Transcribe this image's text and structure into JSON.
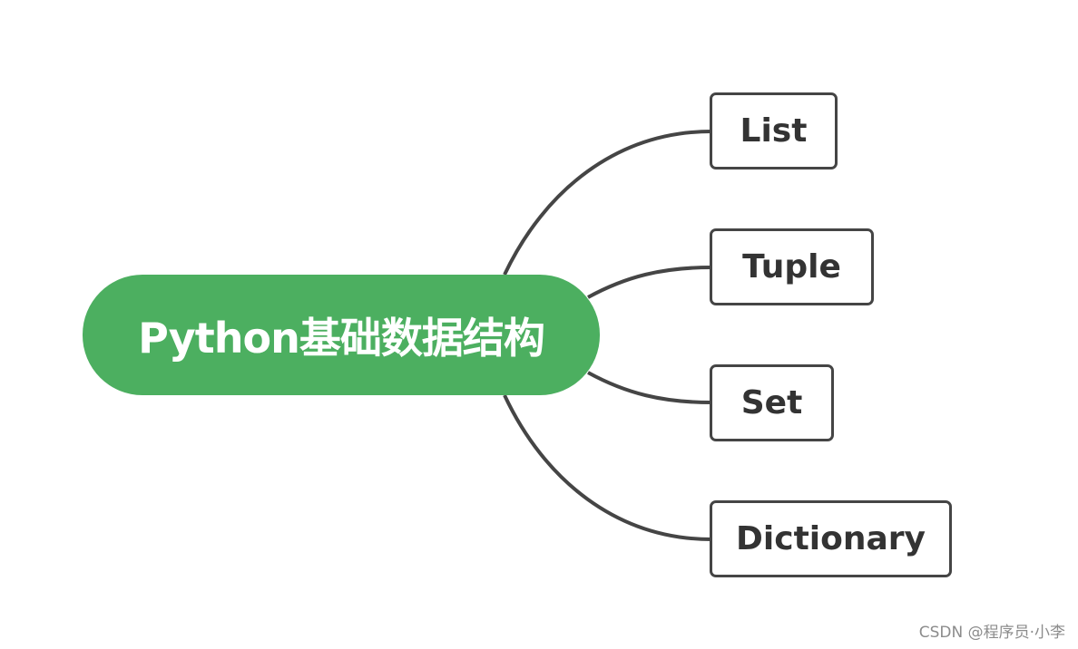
{
  "mindmap": {
    "root": {
      "label": "Python基础数据结构",
      "color": "#4caf60"
    },
    "children": [
      {
        "label": "List"
      },
      {
        "label": "Tuple"
      },
      {
        "label": "Set"
      },
      {
        "label": "Dictionary"
      }
    ],
    "connector_color": "#454545"
  },
  "watermark": {
    "text": "CSDN @程序员·小李"
  }
}
